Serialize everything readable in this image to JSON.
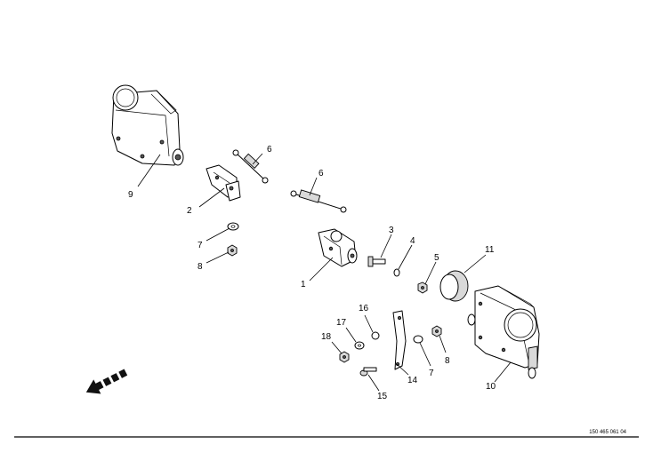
{
  "drawing_number": "150 465 061 04",
  "callouts": [
    "9",
    "6",
    "2",
    "6",
    "7",
    "8",
    "3",
    "4",
    "5",
    "11",
    "1",
    "16",
    "17",
    "18",
    "8",
    "7",
    "14",
    "15",
    "10"
  ],
  "direction_arrow": "dashed-direction-arrow-icon"
}
